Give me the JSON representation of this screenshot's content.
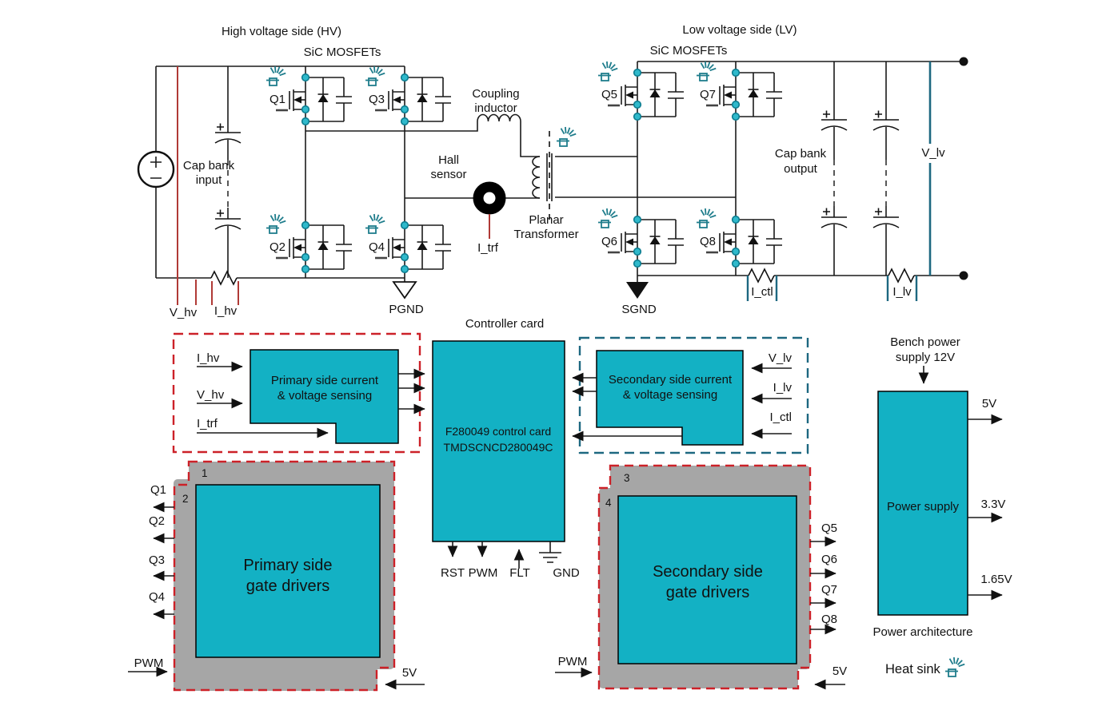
{
  "colors": {
    "teal_block": "#13b1c4",
    "card_gray": "#a6a6a6",
    "red_dash": "#cc2128",
    "blue_dash": "#1d6880",
    "sense_red": "#b03a36",
    "sense_teal": "#1d6880",
    "heat_icon": "#1f7d8c",
    "node_dot": "#2fb9cb"
  },
  "hv": {
    "title": "High voltage side (HV)",
    "subtitle": "SiC MOSFETs",
    "cap_line1": "Cap bank",
    "cap_line2": "input",
    "q1": "Q1",
    "q2": "Q2",
    "q3": "Q3",
    "q4": "Q4",
    "v_hv": "V_hv",
    "i_hv": "I_hv",
    "pgnd": "PGND"
  },
  "link": {
    "coupling_line1": "Coupling",
    "coupling_line2": "inductor",
    "hall_line1": "Hall",
    "hall_line2": "sensor",
    "i_trf": "I_trf",
    "planar_line1": "Planar",
    "planar_line2": "Transformer"
  },
  "lv": {
    "title": "Low voltage side (LV)",
    "subtitle": "SiC MOSFETs",
    "cap_line1": "Cap bank",
    "cap_line2": "output",
    "q5": "Q5",
    "q6": "Q6",
    "q7": "Q7",
    "q8": "Q8",
    "sgnd": "SGND",
    "i_ctl": "I_ctl",
    "i_lv": "I_lv",
    "v_lv": "V_lv"
  },
  "controller": {
    "title": "Controller card",
    "name_line1": "F280049 control card",
    "name_line2": "TMDSCNCD280049C",
    "rst": "RST",
    "pwm": "PWM",
    "flt": "FLT",
    "gnd": "GND"
  },
  "primary_sensing": {
    "line1": "Primary side current",
    "line2": "& voltage sensing",
    "in_i_hv": "I_hv",
    "in_v_hv": "V_hv",
    "in_i_trf": "I_trf"
  },
  "secondary_sensing": {
    "line1": "Secondary side current",
    "line2": "& voltage sensing",
    "in_v_lv": "V_lv",
    "in_i_lv": "I_lv",
    "in_i_ctl": "I_ctl"
  },
  "primary_drivers": {
    "card1": "1",
    "card2": "2",
    "line1": "Primary side",
    "line2": "gate drivers",
    "q1": "Q1",
    "q2": "Q2",
    "q3": "Q3",
    "q4": "Q4",
    "pwm": "PWM",
    "v5": "5V"
  },
  "secondary_drivers": {
    "card3": "3",
    "card4": "4",
    "line1": "Secondary side",
    "line2": "gate drivers",
    "q5": "Q5",
    "q6": "Q6",
    "q7": "Q7",
    "q8": "Q8",
    "pwm": "PWM",
    "v5": "5V"
  },
  "power": {
    "bench_line1": "Bench power",
    "bench_line2": "supply 12V",
    "block": "Power supply",
    "out_5v": "5V",
    "out_3v3": "3.3V",
    "out_1v65": "1.65V",
    "caption": "Power architecture"
  },
  "legend": {
    "heat_sink": "Heat sink"
  }
}
